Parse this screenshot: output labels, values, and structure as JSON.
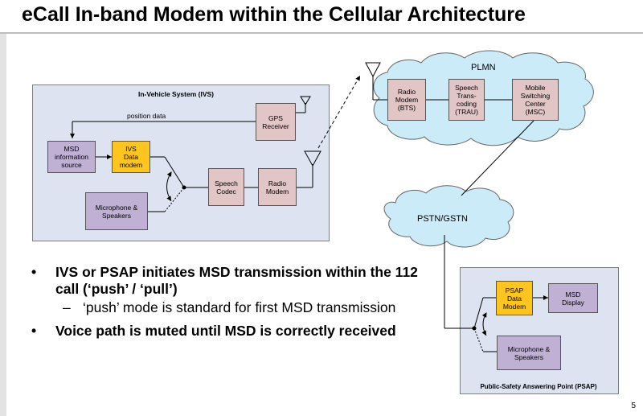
{
  "title": "eCall In-band Modem within the Cellular Architecture",
  "ivs": {
    "panel_title": "In-Vehicle System (IVS)",
    "position_data": "position data",
    "gps": "GPS\nReceiver",
    "msd_source": "MSD\ninformation\nsource",
    "data_modem": "IVS\nData\nmodem",
    "speech_codec": "Speech\nCodec",
    "radio_modem": "Radio\nModem",
    "mic": "Microphone &\nSpeakers"
  },
  "plmn": {
    "label": "PLMN",
    "bts": "Radio\nModem\n(BTS)",
    "trau": "Speech\nTrans-\ncoding\n(TRAU)",
    "msc": "Mobile\nSwitching\nCenter\n(MSC)"
  },
  "pstn": {
    "label": "PSTN/GSTN"
  },
  "psap": {
    "panel_title": "Public-Safety Answering Point (PSAP)",
    "data_modem": "PSAP\nData\nModem",
    "msd_display": "MSD\nDisplay",
    "mic": "Microphone &\nSpeakers"
  },
  "bullets": [
    {
      "text": "IVS or PSAP initiates MSD transmission within the 112 call (‘push’ / ‘pull’)",
      "sub": [
        {
          "dash": "–",
          "text": "‘push’ mode is standard for first MSD transmission"
        }
      ]
    },
    {
      "text": "Voice path is muted until MSD is correctly received",
      "sub": []
    }
  ],
  "page_number": "5",
  "colors": {
    "panel_bg": "#dde3f1",
    "pink_box": "#e2c5c5",
    "yellow_box": "#fec51e",
    "violet_box": "#bfb0d4",
    "cloud": "#ccebf9"
  }
}
